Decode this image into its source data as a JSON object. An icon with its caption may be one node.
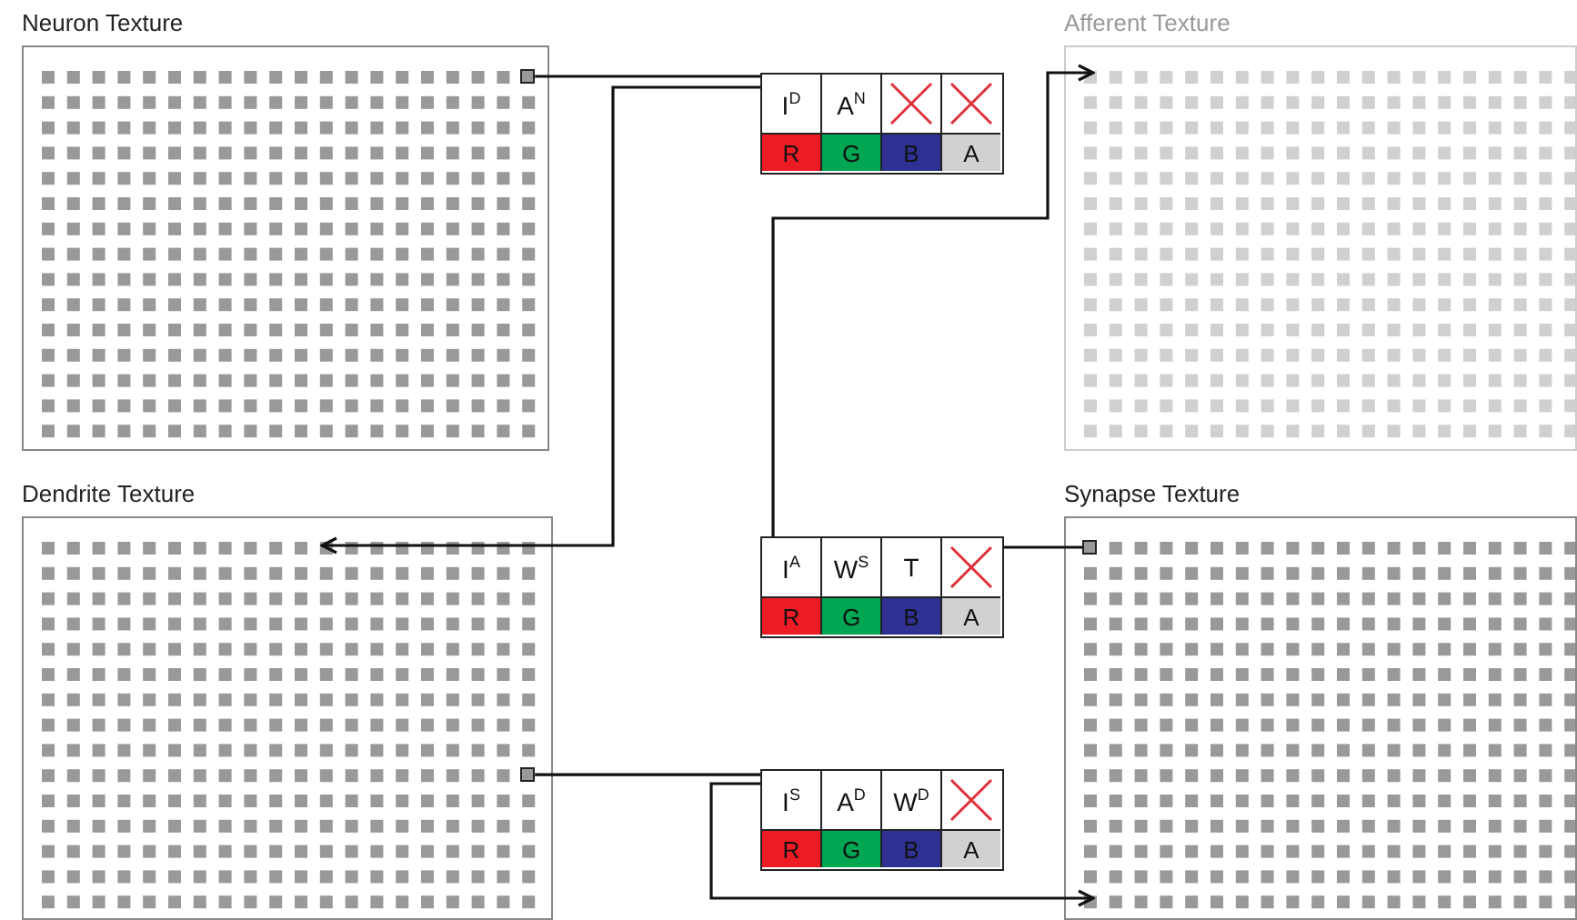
{
  "diagram": {
    "nodes": [
      {
        "text": [
          "Neuron Texture"
        ]
      },
      {
        "text": [],
        "shape": "box",
        "in": 0
      },
      {
        "text": [
          "Afferent Texture"
        ]
      },
      {
        "text": [],
        "shape": "box"
      },
      {
        "text": [
          "I$^{D}$"
        ],
        "in": 3
      },
      {
        "text": [
          "A$^{N}$"
        ],
        "in": 3
      },
      {
        "text": [],
        "shape": "cross",
        "in": 3
      },
      {
        "text": [],
        "shape": "cross",
        "in": 3
      },
      {
        "text": [
          "R"
        ],
        "in": 3
      },
      {
        "text": [
          "G"
        ],
        "in": 3
      },
      {
        "text": [
          "B"
        ],
        "in": 3
      },
      {
        "text": [
          "A"
        ],
        "in": 3
      },
      {
        "text": [
          "Dendrite Texture"
        ]
      },
      {
        "text": [],
        "shape": "box",
        "in": 12
      },
      {
        "text": [
          "Synapse Texture"
        ]
      },
      {
        "text": [],
        "shape": "box",
        "in": 14
      },
      {
        "text": [],
        "shape": "box"
      },
      {
        "text": [
          "I$^{A}$"
        ],
        "in": 16
      },
      {
        "text": [
          "W$^{S}$"
        ],
        "in": 16
      },
      {
        "text": [
          "T"
        ],
        "in": 16
      },
      {
        "text": [],
        "shape": "cross",
        "in": 16
      },
      {
        "text": [
          "R"
        ],
        "in": 16
      },
      {
        "text": [
          "G"
        ],
        "in": 16
      },
      {
        "text": [
          "B"
        ],
        "in": 16
      },
      {
        "text": [
          "A"
        ],
        "in": 16
      },
      {
        "text": [],
        "shape": "box"
      },
      {
        "text": [
          "I$^{S}$"
        ],
        "in": 25
      },
      {
        "text": [
          "A$^{D}$"
        ],
        "in": 25
      },
      {
        "text": [
          "W$^{D}$"
        ],
        "in": 25
      },
      {
        "text": [],
        "shape": "cross",
        "in": 25
      },
      {
        "text": [
          "R"
        ],
        "in": 25
      },
      {
        "text": [
          "G"
        ],
        "in": 25
      },
      {
        "text": [
          "B"
        ],
        "in": 25
      },
      {
        "text": [
          "A"
        ],
        "in": 25
      }
    ],
    "edges": [
      {
        "from": 1,
        "to": 3,
        "arrow": "none"
      },
      {
        "from": 3,
        "to": 12,
        "arrow": "to"
      },
      {
        "from": 15,
        "to": 16,
        "arrow": "none"
      },
      {
        "from": 16,
        "to": 2,
        "arrow": "to"
      },
      {
        "from": 13,
        "to": 25,
        "arrow": "none"
      },
      {
        "from": 25,
        "to": 14,
        "arrow": "to"
      }
    ]
  }
}
